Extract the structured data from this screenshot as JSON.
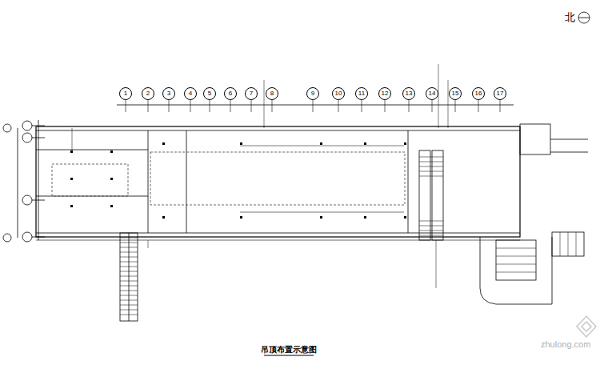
{
  "diagram": {
    "caption": "吊顶布置示意图",
    "nodes": [
      {
        "text": [
          "1"
        ]
      },
      {
        "text": [
          "2"
        ]
      },
      {
        "text": [
          "3"
        ]
      },
      {
        "text": [
          "4"
        ]
      },
      {
        "text": [
          "5"
        ]
      },
      {
        "text": [
          "6"
        ]
      },
      {
        "text": [
          "7"
        ]
      },
      {
        "text": [
          "8"
        ]
      },
      {
        "text": [
          "9"
        ]
      },
      {
        "text": [
          "10"
        ]
      },
      {
        "text": [
          "11"
        ]
      },
      {
        "text": [
          "12"
        ]
      },
      {
        "text": [
          "13"
        ]
      },
      {
        "text": [
          "14"
        ]
      },
      {
        "text": [
          "15"
        ]
      },
      {
        "text": [
          "16"
        ]
      },
      {
        "text": [
          "17"
        ]
      }
    ],
    "edges": [],
    "labels": [
      "北",
      "zhulong.com"
    ]
  }
}
